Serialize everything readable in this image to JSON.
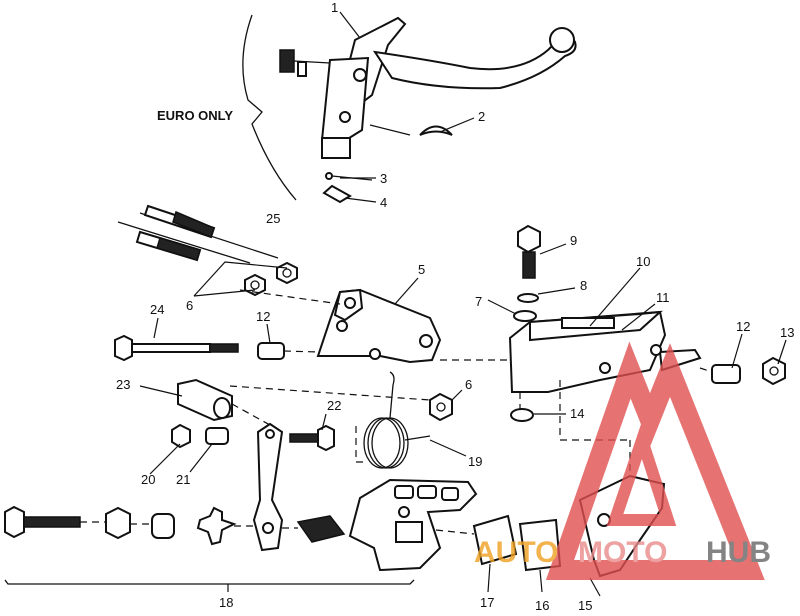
{
  "diagram": {
    "section_label": "EURO ONLY",
    "callouts": [
      "1",
      "2",
      "3",
      "4",
      "5",
      "6",
      "6",
      "7",
      "8",
      "9",
      "10",
      "11",
      "12",
      "12",
      "13",
      "14",
      "15",
      "16",
      "17",
      "18",
      "19",
      "20",
      "21",
      "22",
      "23",
      "24",
      "25"
    ]
  },
  "watermark": {
    "word_auto": "AUTO",
    "word_moto": "MOTO",
    "word_hub": "HUB",
    "colors": {
      "auto": "#f0a020",
      "moto": "#e98a8a",
      "hub": "#666666",
      "triangle": "#e05050"
    }
  }
}
